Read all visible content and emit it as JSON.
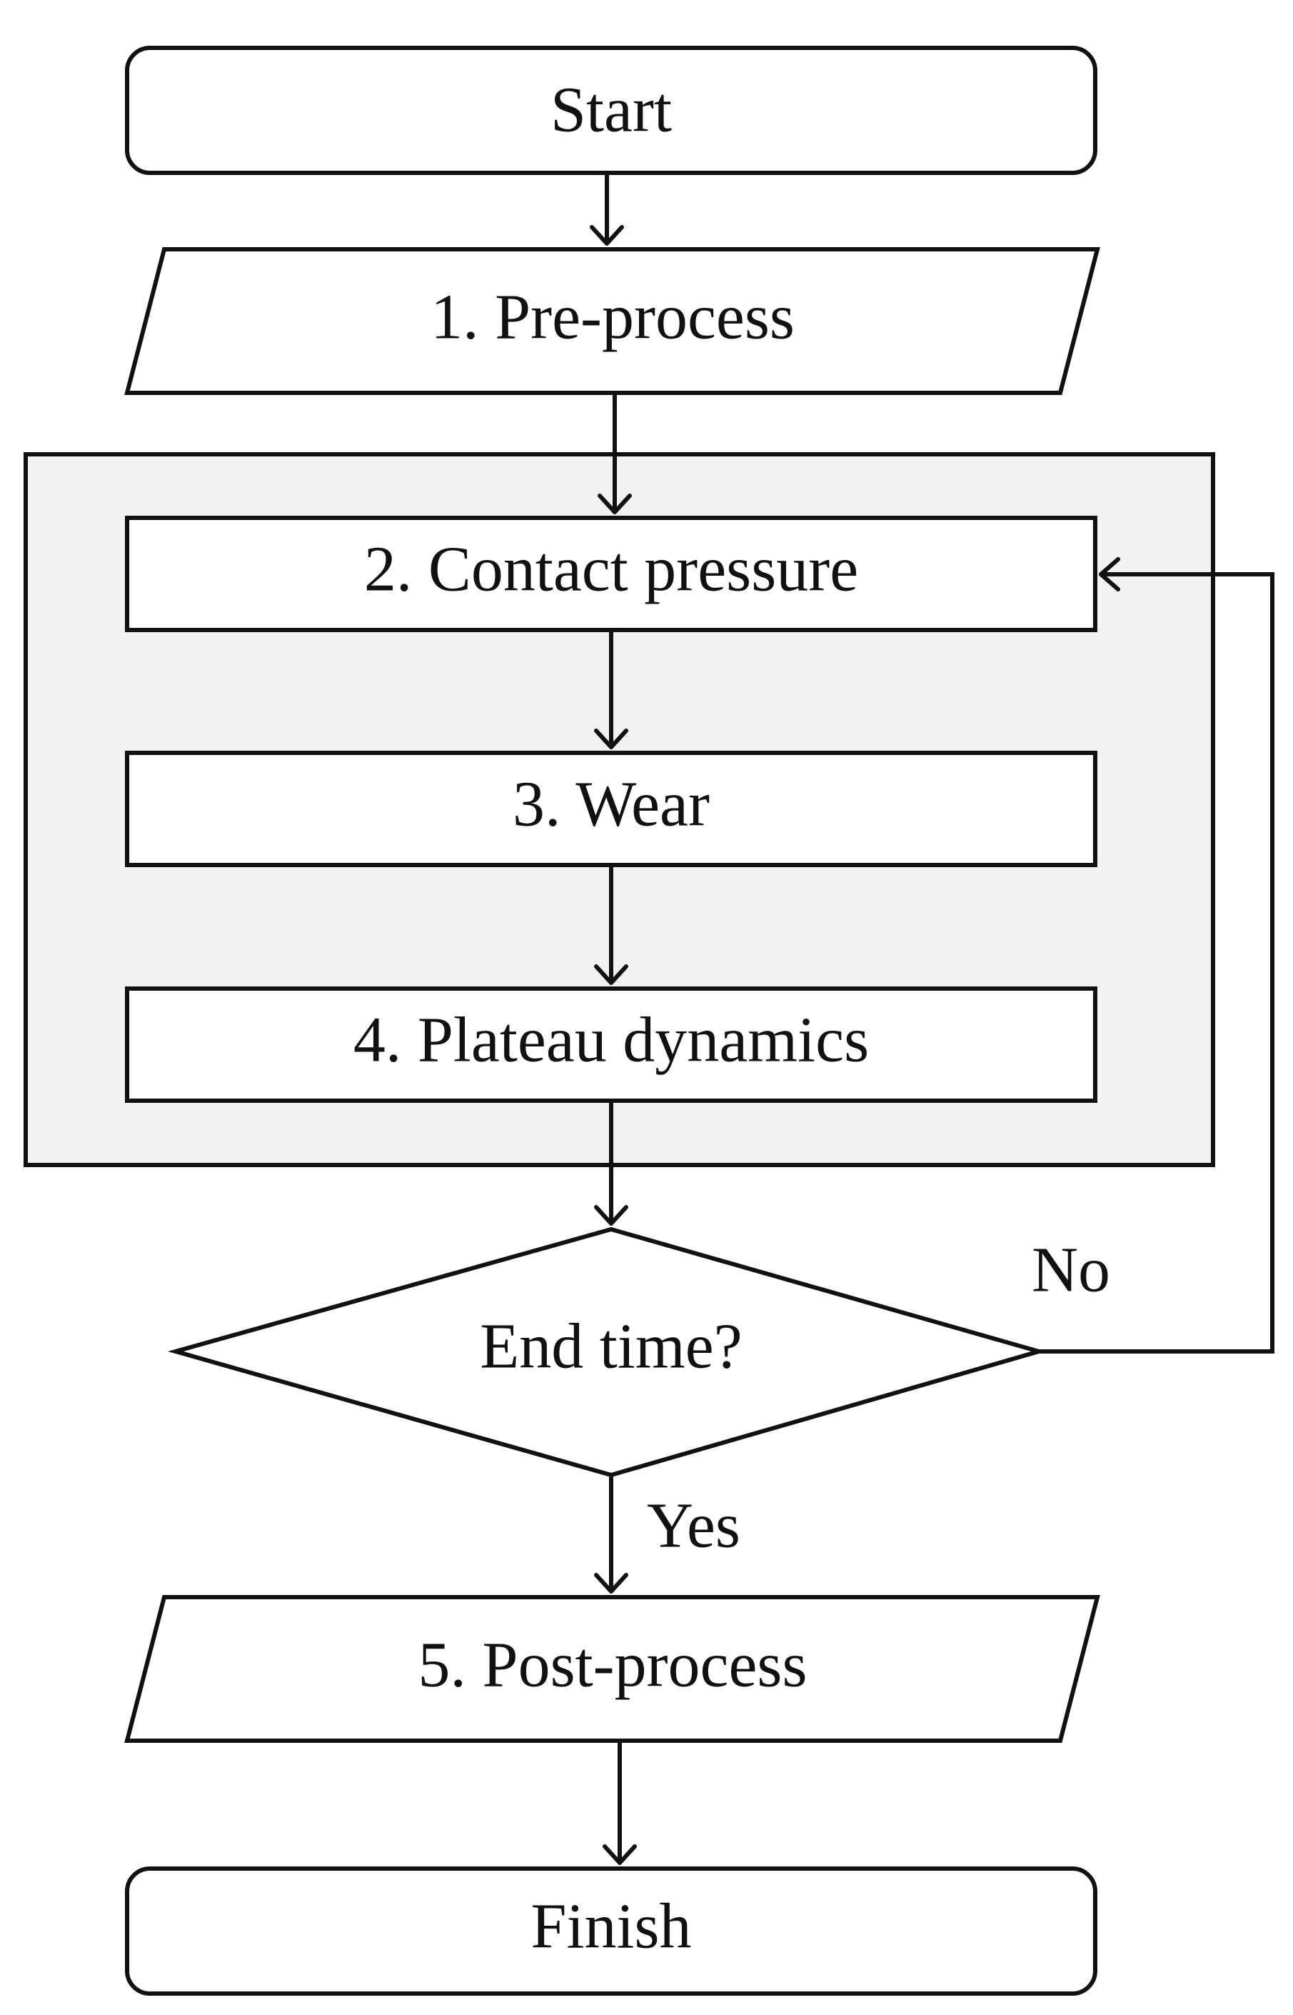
{
  "diagram": {
    "type": "flowchart",
    "nodes": {
      "start": {
        "label": "Start",
        "shape": "rounded-rectangle"
      },
      "preprocess": {
        "label": "1. Pre-process",
        "shape": "parallelogram"
      },
      "contact_pressure": {
        "label": "2. Contact pressure",
        "shape": "rectangle"
      },
      "wear": {
        "label": "3. Wear",
        "shape": "rectangle"
      },
      "plateau_dynamics": {
        "label": "4. Plateau dynamics",
        "shape": "rectangle"
      },
      "end_time": {
        "label": "End time?",
        "shape": "diamond"
      },
      "postprocess": {
        "label": "5. Post-process",
        "shape": "parallelogram"
      },
      "finish": {
        "label": "Finish",
        "shape": "rounded-rectangle"
      }
    },
    "edges": [
      {
        "from": "start",
        "to": "preprocess",
        "label": ""
      },
      {
        "from": "preprocess",
        "to": "contact_pressure",
        "label": ""
      },
      {
        "from": "contact_pressure",
        "to": "wear",
        "label": ""
      },
      {
        "from": "wear",
        "to": "plateau_dynamics",
        "label": ""
      },
      {
        "from": "plateau_dynamics",
        "to": "end_time",
        "label": ""
      },
      {
        "from": "end_time",
        "to": "contact_pressure",
        "label": "No"
      },
      {
        "from": "end_time",
        "to": "postprocess",
        "label": "Yes"
      },
      {
        "from": "postprocess",
        "to": "finish",
        "label": ""
      }
    ],
    "edge_labels": {
      "no": "No",
      "yes": "Yes"
    },
    "colors": {
      "stroke": "#111111",
      "node_fill": "#ffffff",
      "group_fill": "#f2f2f2",
      "background": "#ffffff"
    }
  }
}
